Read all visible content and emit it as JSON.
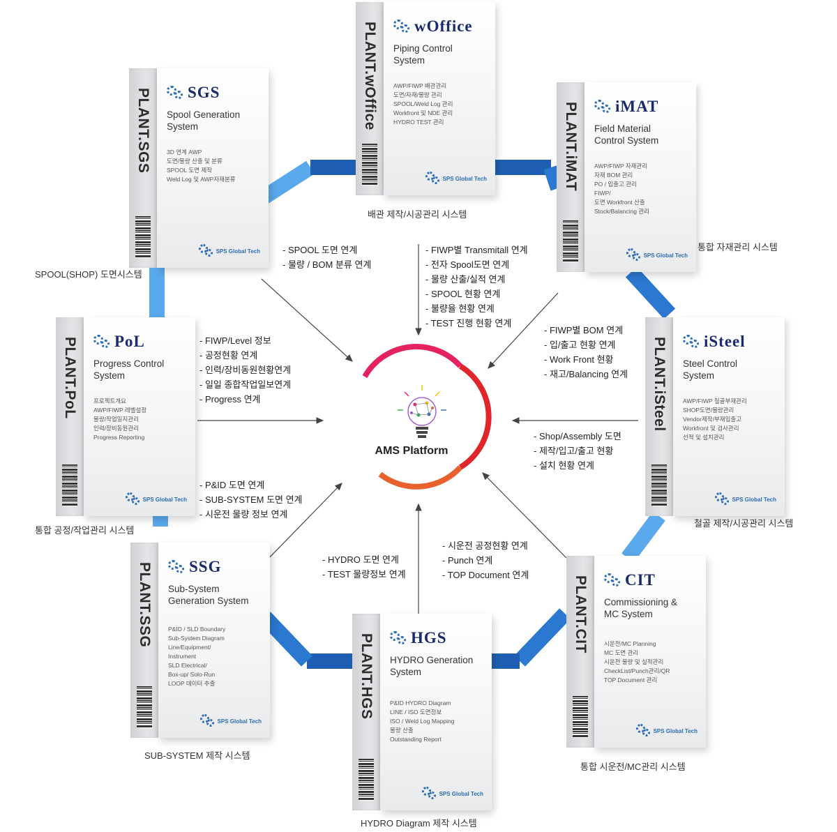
{
  "center": {
    "label": "AMS Platform"
  },
  "boxes": [
    {
      "id": "woffice",
      "side": "PLANT.wOffice",
      "brand": "wOffice",
      "system": [
        "Piping Control",
        "System"
      ],
      "desc": [
        "AWP/FIWP 배관관리",
        "도면/자재/물량 관리",
        "SPOOL/Weld Log 관리",
        "Workfront 및 NDE 관리",
        "HYDRO TEST 관리"
      ],
      "caption": "배관 제작/시공관리 시스템"
    },
    {
      "id": "sgs",
      "side": "PLANT.SGS",
      "brand": "SGS",
      "system": [
        "Spool Generation",
        "System"
      ],
      "desc": [
        "3D 연계 AWP",
        "도면/물량 산출 및 분류",
        "SPOOL 도면 제작",
        "Weld Log 및 AWP자재분류"
      ],
      "caption": "SPOOL(SHOP) 도면시스템"
    },
    {
      "id": "imat",
      "side": "PLANT.iMAT",
      "brand": "iMAT",
      "system": [
        "Field Material",
        "Control System"
      ],
      "desc": [
        "AWP/FIWP 자재관리",
        "자재 BOM 관리",
        "PO / 입출고 관리",
        "FIWP/",
        "도면 Workfront 산출",
        "Stock/Balancing 관리"
      ],
      "caption": "통합 자재관리 시스템"
    },
    {
      "id": "pol",
      "side": "PLANT.PoL",
      "brand": "PoL",
      "system": [
        "Progress Control",
        "System"
      ],
      "desc": [
        "프로젝트개요",
        "AWP/FIWP 레벨설정",
        "물량/작업일지관리",
        "인력/장비동원관리",
        "Progress Reporting"
      ],
      "caption": "통합 공정/작업관리 시스템"
    },
    {
      "id": "isteel",
      "side": "PLANT.iSteel",
      "brand": "iSteel",
      "system": [
        "Steel Control",
        "System"
      ],
      "desc": [
        "AWP/FIWP 철골부재관리",
        "SHOP도면/물량관리",
        "Vendor제작/부재입출고",
        "Workfront 및 검사관리",
        "선적 및 설치관리"
      ],
      "caption": "철골 제작/시공관리 시스템"
    },
    {
      "id": "ssg",
      "side": "PLANT.SSG",
      "brand": "SSG",
      "system": [
        "Sub-System",
        "Generation System"
      ],
      "desc": [
        "P&ID / SLD Boundary",
        "Sub-System Diagram",
        "Line/Equipment/",
        "Instrument",
        "SLD Electrical/",
        "Box-up/ Solo-Run",
        "LOOP 데이터 추출"
      ],
      "caption": "SUB-SYSTEM 제작 시스템"
    },
    {
      "id": "cit",
      "side": "PLANT.CIT",
      "brand": "CIT",
      "system": [
        "Commissioning &",
        "MC System"
      ],
      "desc": [
        "시운전/MC Planning",
        "MC 도면 관리",
        "시운전 물량 및 실적관리",
        "CheckList/Punch관리/QR",
        "TOP Document 관리"
      ],
      "caption": "통합 시운전/MC관리 시스템"
    },
    {
      "id": "hgs",
      "side": "PLANT.HGS",
      "brand": "HGS",
      "system": [
        "HYDRO Generation",
        "System"
      ],
      "desc": [
        "P&ID HYDRO Diagram",
        "LINE / ISO 도면정보",
        "ISO / Weld Log Mapping",
        "물량 산출",
        "Outstanding Report"
      ],
      "caption": "HYDRO Diagram 제작 시스템"
    }
  ],
  "maker_label": "SPS Global Tech",
  "links": {
    "sgs": [
      "- SPOOL 도면 연계",
      "- 물량 / BOM 분류 연계"
    ],
    "woffice": [
      "- FIWP별 Transmitall 연계",
      "- 전자 Spool도면 연계",
      "- 물량 산출/실적 연계",
      "- SPOOL 현황 연계",
      "- 불량율 현황 연계",
      "- TEST 진행 현황 연계"
    ],
    "imat": [
      "- FIWP별 BOM 연계",
      "- 입/출고 현황 연계",
      "- Work Front 현황",
      "- 재고/Balancing 연계"
    ],
    "pol": [
      "- FIWP/Level 정보",
      "- 공정현황 연계",
      "- 인력/장비동원현황연계",
      "- 일일 종합작업일보연계",
      "- Progress 연계"
    ],
    "isteel": [
      "- Shop/Assembly 도면",
      "- 제작/입고/출고 현황",
      "- 설치 현황 연계"
    ],
    "ssg": [
      "- P&ID 도면 연계",
      "- SUB-SYSTEM 도면 연계",
      "- 시운전 물량 정보 연계"
    ],
    "hgs": [
      "- HYDRO 도면 연계",
      "- TEST 물량정보 연계"
    ],
    "cit": [
      "- 시운전 공정현황 연계",
      "- Punch 연계",
      "- TOP Document 연계"
    ]
  },
  "colors": {
    "ring_light": "#5aa9ec",
    "ring_dark": "#1e5fb3",
    "arc_pink": "#e5235f",
    "arc_red": "#e0262b",
    "arc_orange": "#e8612c",
    "arrow": "#444444"
  }
}
